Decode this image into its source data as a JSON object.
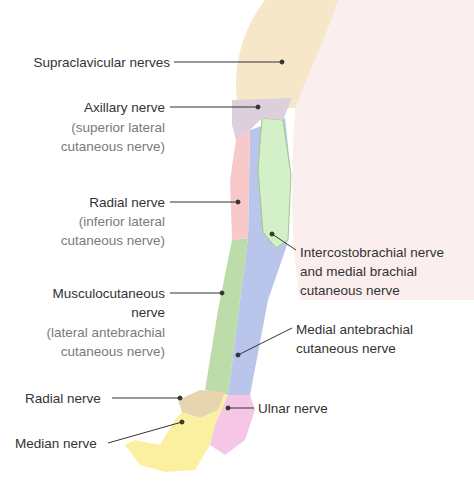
{
  "diagram": {
    "labels": [
      "Supraclavicular nerves",
      "Axillary nerve",
      "(superior lateral cutaneous nerve)",
      "Radial nerve",
      "(inferior lateral cutaneous nerve)",
      "Intercostobrachial nerve and medial brachial cutaneous nerve",
      "Musculocutaneous nerve",
      "(lateral antebrachial cutaneous nerve)",
      "Medial antebrachial cutaneous nerve",
      "Radial nerve",
      "Ulnar nerve",
      "Median nerve"
    ]
  }
}
